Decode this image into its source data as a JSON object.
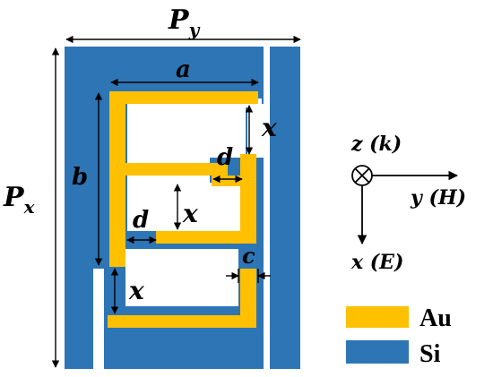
{
  "labels": {
    "py_main": "P",
    "py_sub": "y",
    "px_main": "P",
    "px_sub": "x",
    "a": "a",
    "b": "b",
    "c": "c",
    "d_top": "d",
    "d_bottom": "d",
    "x_top": "x",
    "x_mid": "x",
    "x_low": "x"
  },
  "axes": {
    "z": "z (k)",
    "y": "y (H)",
    "x": "x (E)"
  },
  "legend": [
    {
      "label": "Au",
      "color": "#FFC000"
    },
    {
      "label": "Si",
      "color": "#2E75B6"
    }
  ],
  "colors": {
    "gold": "#FFC000",
    "silicon": "#2E75B6",
    "background": "#ffffff"
  }
}
